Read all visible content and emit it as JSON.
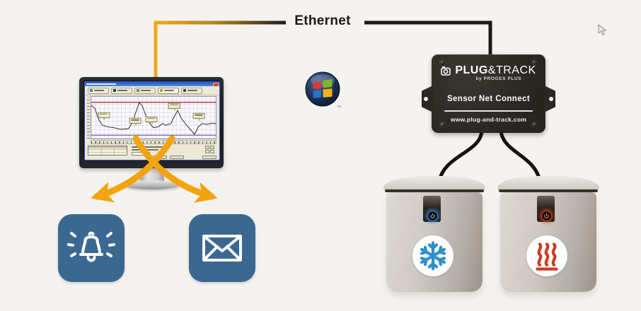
{
  "theme": {
    "bg": "#f5f3ef",
    "orange": "#f2a30e",
    "icon_blue": "#3a6890",
    "snow_blue": "#2e8fcb",
    "heat_red": "#cf3b23",
    "line_black": "#1c1a18",
    "cable_yellow": "#efa81c",
    "device_black": "#2d2926",
    "xp_titlebar": "#2456c5"
  },
  "ethernet": {
    "label": "Ethernet"
  },
  "windows_logo": {
    "tm": "tm",
    "pane_colors": {
      "red": "#dd3b2c",
      "green": "#80b52b",
      "blue": "#2a71c9",
      "yellow": "#f3b21d"
    }
  },
  "device": {
    "brand_bold": "PLUG",
    "brand_rest": "&TRACK",
    "byline": "by PROGES PLUS",
    "model": "Sensor Net Connect",
    "website": "www.plug-and-track.com"
  },
  "monitor": {
    "screen": {
      "toolbar_buttons": [
        {
          "icon": "grid-icon",
          "icon_color": "#5577aa"
        },
        {
          "icon": "bell-icon",
          "icon_color": "#333333"
        },
        {
          "icon": "plug-icon",
          "icon_color": "#777777"
        },
        {
          "icon": "chart-icon",
          "icon_color": "#b8a030",
          "selected": true
        },
        {
          "icon": "pen-icon",
          "icon_color": "#444444"
        }
      ],
      "chart": {
        "type": "line",
        "line_color": "#2b2b2b",
        "high_alarm_color": "#b03830",
        "low_alarm_color": "#4848a8",
        "high_alarm_y": 0.13,
        "low_alarm_y": 0.92,
        "points": [
          [
            0,
            0.2
          ],
          [
            0.03,
            0.28
          ],
          [
            0.06,
            0.55
          ],
          [
            0.09,
            0.68
          ],
          [
            0.13,
            0.72
          ],
          [
            0.18,
            0.74
          ],
          [
            0.24,
            0.78
          ],
          [
            0.3,
            0.76
          ],
          [
            0.33,
            0.62
          ],
          [
            0.36,
            0.35
          ],
          [
            0.385,
            0.14
          ],
          [
            0.41,
            0.22
          ],
          [
            0.44,
            0.46
          ],
          [
            0.47,
            0.64
          ],
          [
            0.5,
            0.74
          ],
          [
            0.54,
            0.72
          ],
          [
            0.57,
            0.64
          ],
          [
            0.6,
            0.68
          ],
          [
            0.64,
            0.64
          ],
          [
            0.67,
            0.45
          ],
          [
            0.695,
            0.33
          ],
          [
            0.72,
            0.5
          ],
          [
            0.76,
            0.66
          ],
          [
            0.8,
            0.8
          ],
          [
            0.83,
            0.9
          ],
          [
            0.86,
            0.72
          ],
          [
            0.89,
            0.64
          ],
          [
            0.93,
            0.66
          ],
          [
            0.97,
            0.63
          ],
          [
            1,
            0.645
          ]
        ],
        "callouts": [
          [
            0.1,
            0.52
          ],
          [
            0.355,
            0.66
          ],
          [
            0.485,
            0.62
          ],
          [
            0.665,
            0.3
          ],
          [
            0.865,
            0.54
          ]
        ]
      }
    }
  },
  "alerts": {
    "bell_icon": "alarm-bell-icon",
    "mail_icon": "email-envelope-icon"
  },
  "sensors": [
    {
      "type": "cold",
      "icon": "snowflake-icon"
    },
    {
      "type": "hot",
      "icon": "heat-icon"
    }
  ]
}
